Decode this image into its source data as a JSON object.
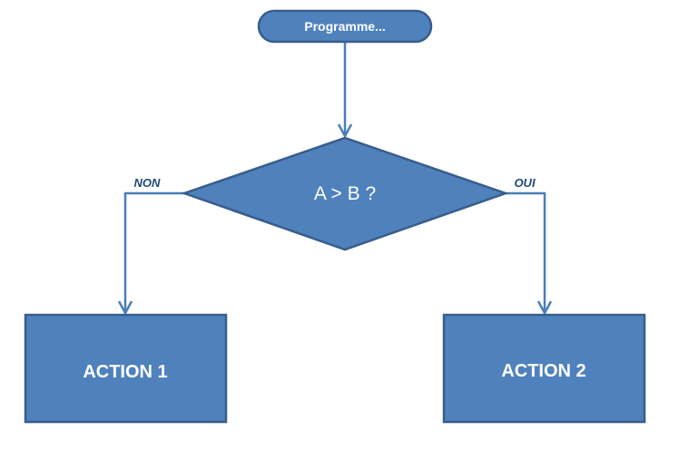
{
  "flowchart": {
    "start_node": {
      "label": "Programme..."
    },
    "decision_node": {
      "label": "A > B ?"
    },
    "branch_no": {
      "label": "NON"
    },
    "branch_yes": {
      "label": "OUI"
    },
    "action_1": {
      "label": "ACTION 1"
    },
    "action_2": {
      "label": "ACTION 2"
    }
  },
  "colors": {
    "node_fill": "#4f81bd",
    "node_border": "#385d8a",
    "connector": "#4a7ebb",
    "edge_label": "#1f497d",
    "node_text": "#ffffff"
  }
}
